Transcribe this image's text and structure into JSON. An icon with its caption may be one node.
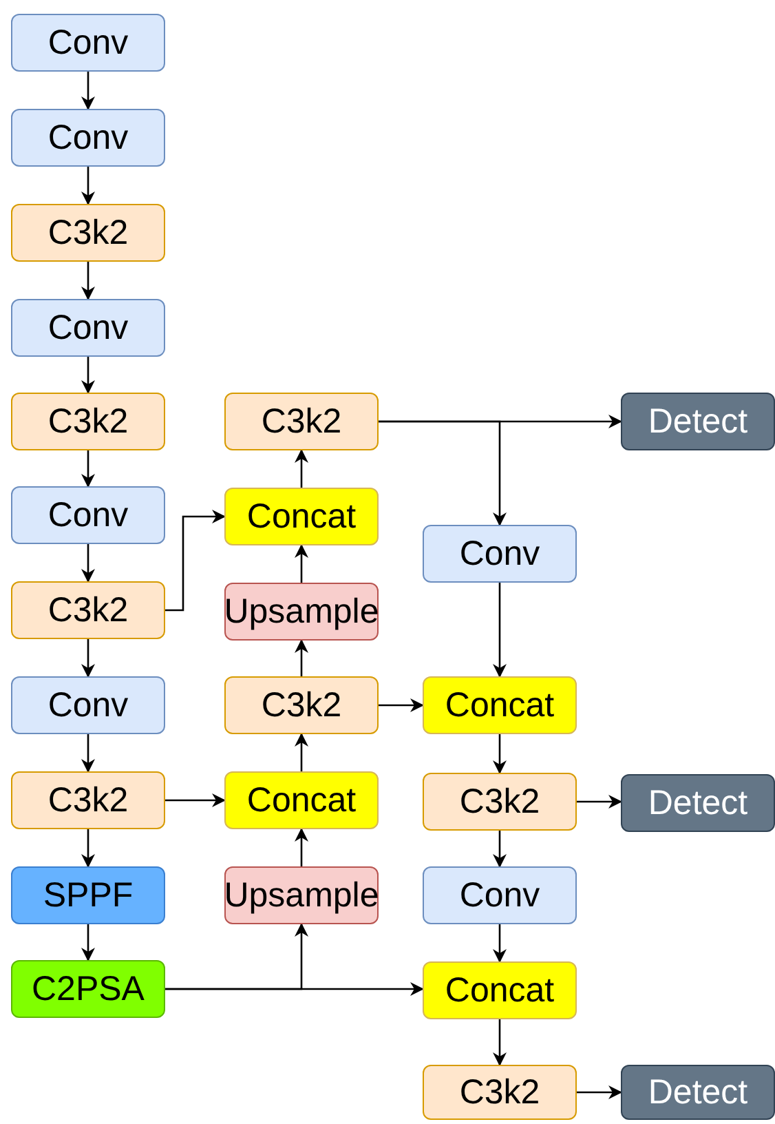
{
  "diagram": {
    "nodes": [
      {
        "text": [
          "Conv"
        ]
      },
      {
        "text": [
          "Conv"
        ]
      },
      {
        "text": [
          "C3k2"
        ]
      },
      {
        "text": [
          "Conv"
        ]
      },
      {
        "text": [
          "C3k2"
        ]
      },
      {
        "text": [
          "Conv"
        ]
      },
      {
        "text": [
          "C3k2"
        ]
      },
      {
        "text": [
          "Conv"
        ]
      },
      {
        "text": [
          "C3k2"
        ]
      },
      {
        "text": [
          "SPPF"
        ]
      },
      {
        "text": [
          "C2PSA"
        ]
      },
      {
        "text": [
          "C3k2"
        ]
      },
      {
        "text": [
          "Concat"
        ]
      },
      {
        "text": [
          "Upsample"
        ]
      },
      {
        "text": [
          "C3k2"
        ]
      },
      {
        "text": [
          "Concat"
        ]
      },
      {
        "text": [
          "Upsample"
        ]
      },
      {
        "text": [
          "Detect"
        ]
      },
      {
        "text": [
          "Conv"
        ]
      },
      {
        "text": [
          "Concat"
        ]
      },
      {
        "text": [
          "C3k2"
        ]
      },
      {
        "text": [
          "Detect"
        ]
      },
      {
        "text": [
          "Conv"
        ]
      },
      {
        "text": [
          "Concat"
        ]
      },
      {
        "text": [
          "C3k2"
        ]
      },
      {
        "text": [
          "Detect"
        ]
      }
    ],
    "edges": [
      {
        "from": 0,
        "to": 1,
        "arrow": "to"
      },
      {
        "from": 1,
        "to": 2,
        "arrow": "to"
      },
      {
        "from": 2,
        "to": 3,
        "arrow": "to"
      },
      {
        "from": 3,
        "to": 4,
        "arrow": "to"
      },
      {
        "from": 4,
        "to": 5,
        "arrow": "to"
      },
      {
        "from": 5,
        "to": 6,
        "arrow": "to"
      },
      {
        "from": 6,
        "to": 7,
        "arrow": "to"
      },
      {
        "from": 7,
        "to": 8,
        "arrow": "to"
      },
      {
        "from": 8,
        "to": 9,
        "arrow": "to"
      },
      {
        "from": 9,
        "to": 10,
        "arrow": "to"
      },
      {
        "from": 6,
        "to": 12,
        "arrow": "to"
      },
      {
        "from": 8,
        "to": 15,
        "arrow": "to"
      },
      {
        "from": 10,
        "to": 16,
        "arrow": "to"
      },
      {
        "from": 10,
        "to": 23,
        "arrow": "to"
      },
      {
        "from": 16,
        "to": 15,
        "arrow": "to"
      },
      {
        "from": 15,
        "to": 14,
        "arrow": "to"
      },
      {
        "from": 14,
        "to": 13,
        "arrow": "to"
      },
      {
        "from": 13,
        "to": 12,
        "arrow": "to"
      },
      {
        "from": 12,
        "to": 11,
        "arrow": "to"
      },
      {
        "from": 11,
        "to": 17,
        "arrow": "to"
      },
      {
        "from": 11,
        "to": 18,
        "arrow": "to"
      },
      {
        "from": 18,
        "to": 19,
        "arrow": "to"
      },
      {
        "from": 14,
        "to": 19,
        "arrow": "to"
      },
      {
        "from": 19,
        "to": 20,
        "arrow": "to"
      },
      {
        "from": 20,
        "to": 21,
        "arrow": "to"
      },
      {
        "from": 20,
        "to": 22,
        "arrow": "to"
      },
      {
        "from": 22,
        "to": 23,
        "arrow": "to"
      },
      {
        "from": 23,
        "to": 24,
        "arrow": "to"
      },
      {
        "from": 24,
        "to": 25,
        "arrow": "to"
      }
    ]
  }
}
